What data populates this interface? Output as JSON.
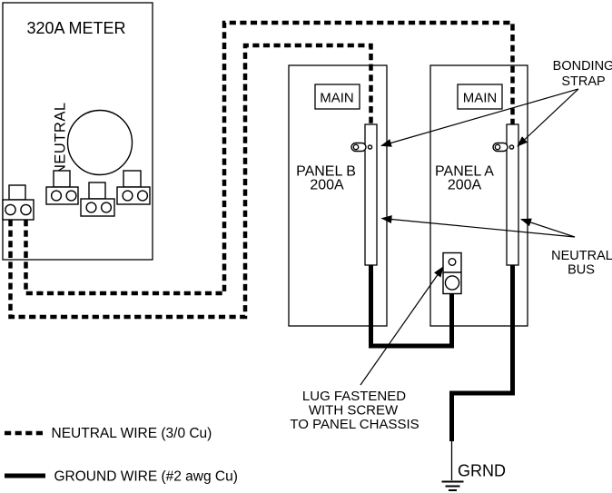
{
  "diagram": {
    "meter": {
      "title": "320A METER",
      "neutral_terminal_label": "NEUTRAL"
    },
    "panel_b": {
      "main_label": "MAIN",
      "name": "PANEL B",
      "rating": "200A"
    },
    "panel_a": {
      "main_label": "MAIN",
      "name": "PANEL A",
      "rating": "200A"
    },
    "callouts": {
      "bonding_strap": {
        "lines": [
          "BONDING",
          "STRAP"
        ]
      },
      "neutral_bus": {
        "lines": [
          "NEUTRAL",
          "BUS"
        ]
      },
      "lug_note": {
        "lines": [
          "LUG FASTENED",
          "WITH SCREW",
          "TO PANEL CHASSIS"
        ]
      },
      "ground_label": "GRND"
    },
    "legend": {
      "items": [
        {
          "style": "dashed",
          "label": "NEUTRAL WIRE (3/0 Cu)"
        },
        {
          "style": "solid",
          "label": "GROUND WIRE (#2 awg Cu)"
        }
      ]
    }
  },
  "colors": {
    "line": "#000000",
    "background": "#ffffff"
  }
}
